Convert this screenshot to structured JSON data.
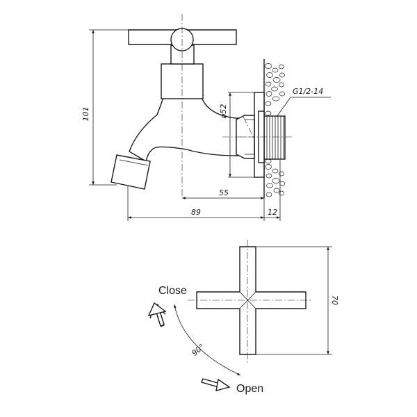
{
  "dimensions": {
    "height": "101",
    "length_total": "89",
    "length_inner": "55",
    "flange_dia": "ø52",
    "wall": "12",
    "thread": "G1/2-14",
    "handle_width": "70",
    "rotation": "90°"
  },
  "labels": {
    "close": "Close",
    "open": "Open"
  }
}
